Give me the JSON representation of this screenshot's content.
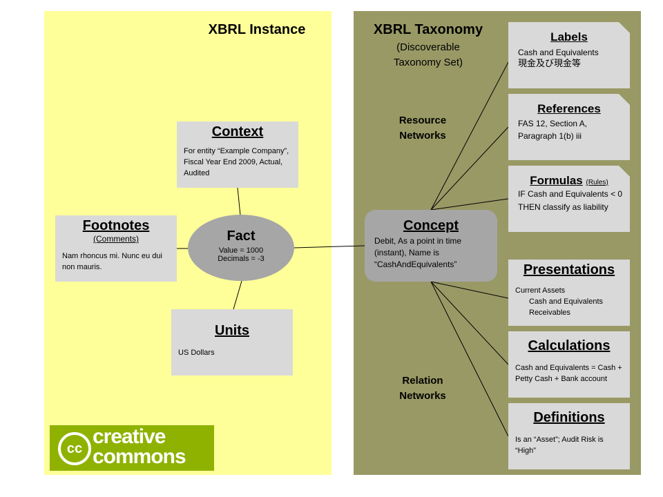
{
  "instance": {
    "title": "XBRL Instance",
    "context": {
      "title": "Context",
      "body": "For entity “Example Company”, Fiscal Year End 2009, Actual, Audited"
    },
    "footnotes": {
      "title": "Footnotes",
      "subtitle": "(Comments)",
      "body": "Nam rhoncus mi. Nunc eu dui non mauris."
    },
    "fact": {
      "title": "Fact",
      "value": "Value = 1000",
      "decimals": "Decimals = -3"
    },
    "units": {
      "title": "Units",
      "body": "US Dollars"
    },
    "logo": {
      "line1": "creative",
      "line2": "commons",
      "mark": "cc"
    }
  },
  "taxonomy": {
    "title": "XBRL Taxonomy",
    "subtitle_line1": "(Discoverable",
    "subtitle_line2": "Taxonomy Set)",
    "resource_line1": "Resource",
    "resource_line2": "Networks",
    "relation_line1": "Relation",
    "relation_line2": "Networks",
    "concept": {
      "title": "Concept",
      "body": "Debit, As a point in time (instant), Name is “CashAndEquivalents”"
    },
    "labels": {
      "title": "Labels",
      "line1": "Cash and Equivalents",
      "line2": "現金及び現金等"
    },
    "references": {
      "title": "References",
      "body": "FAS 12, Section A, Paragraph 1(b) iii"
    },
    "formulas": {
      "title": "Formulas",
      "title_suffix": "(Rules)",
      "body": "IF Cash and Equivalents < 0 THEN classify as liability"
    },
    "presentations": {
      "title": "Presentations",
      "line1": "Current Assets",
      "line2": "Cash and Equivalents",
      "line3": "Receivables"
    },
    "calculations": {
      "title": "Calculations",
      "body": "Cash and Equivalents = Cash + Petty Cash + Bank account"
    },
    "definitions": {
      "title": "Definitions",
      "body": "Is an “Asset”; Audit Risk is “High”"
    }
  },
  "colors": {
    "instance_bg": "#ffff99",
    "taxonomy_bg": "#999966",
    "box_bg": "#d9d9d9",
    "node_bg": "#a6a6a6",
    "logo_bg": "#8fb200"
  }
}
